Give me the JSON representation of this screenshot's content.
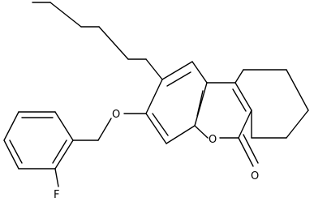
{
  "molecule": {
    "atom_labels": {
      "fluorine": "F",
      "ether_oxygen": "O",
      "ring_oxygen": "O",
      "carbonyl_oxygen": "O"
    }
  },
  "colors": {
    "bond": "#000000",
    "label": "#000000",
    "background": "#ffffff"
  }
}
